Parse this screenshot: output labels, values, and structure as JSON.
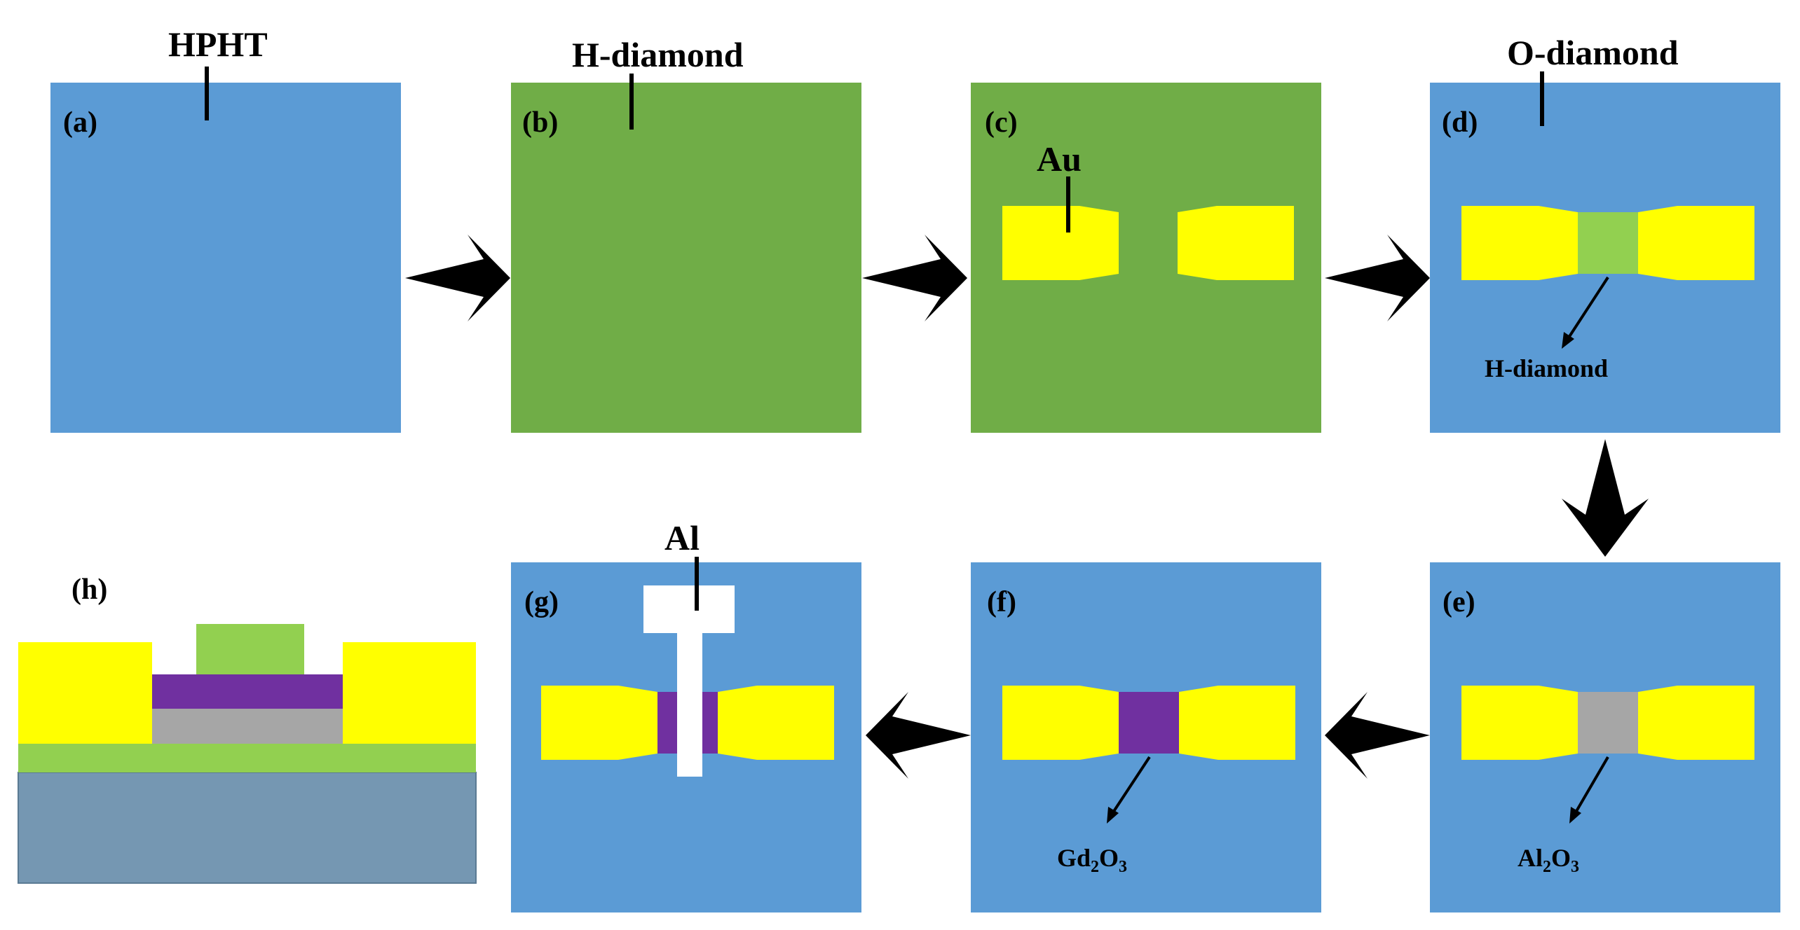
{
  "colors": {
    "substrate_blue": "#5B9BD5",
    "h_diamond_green": "#70AD47",
    "gold_yellow": "#FFFF00",
    "channel_green": "#92D050",
    "al2o3_gray": "#A6A6A6",
    "gd2o3_purple": "#7030A0",
    "al_white": "#FFFFFF",
    "cross_section_base": "#7597B2",
    "arrow_black": "#000000"
  },
  "panels": {
    "a": {
      "tag": "(a)",
      "callout": "HPHT"
    },
    "b": {
      "tag": "(b)",
      "callout": "H-diamond"
    },
    "c": {
      "tag": "(c)",
      "callout": "Au"
    },
    "d": {
      "tag": "(d)",
      "callout": "O-diamond",
      "annotation": "H-diamond"
    },
    "e": {
      "tag": "(e)",
      "annotation_main": "Al",
      "annotation_sub1": "2",
      "annotation_mid": "O",
      "annotation_sub2": "3"
    },
    "f": {
      "tag": "(f)",
      "annotation_main": "Gd",
      "annotation_sub1": "2",
      "annotation_mid": "O",
      "annotation_sub2": "3"
    },
    "g": {
      "tag": "(g)",
      "callout": "Al"
    },
    "h": {
      "tag": "(h)"
    }
  },
  "arrows": [
    {
      "from": "a",
      "to": "b",
      "direction": "right"
    },
    {
      "from": "b",
      "to": "c",
      "direction": "right"
    },
    {
      "from": "c",
      "to": "d",
      "direction": "right"
    },
    {
      "from": "d",
      "to": "e",
      "direction": "down"
    },
    {
      "from": "e",
      "to": "f",
      "direction": "left"
    },
    {
      "from": "f",
      "to": "g",
      "direction": "left"
    }
  ]
}
